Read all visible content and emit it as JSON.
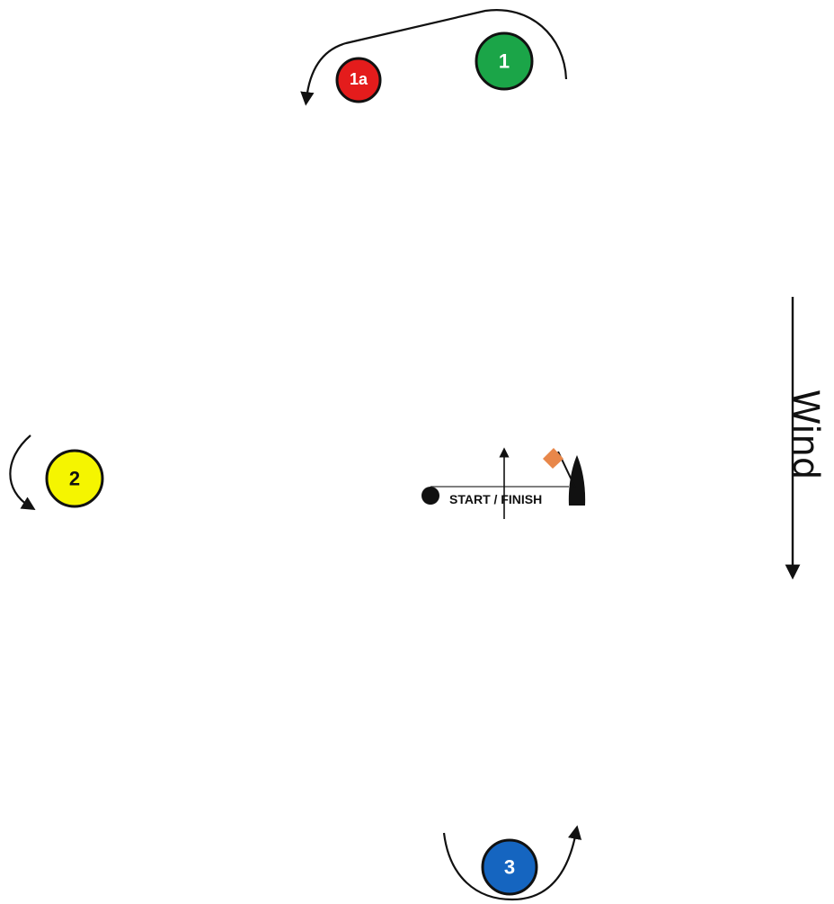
{
  "course": {
    "marks": [
      {
        "id": "1",
        "label": "1",
        "color": "#1ba548"
      },
      {
        "id": "1a",
        "label": "1a",
        "color": "#e41c1c"
      },
      {
        "id": "2",
        "label": "2",
        "color": "#f5f500"
      },
      {
        "id": "3",
        "label": "3",
        "color": "#1565c0"
      }
    ],
    "start_finish_label": "START / FINISH",
    "wind_label": "Wind",
    "flag_color": "#e8874a"
  }
}
